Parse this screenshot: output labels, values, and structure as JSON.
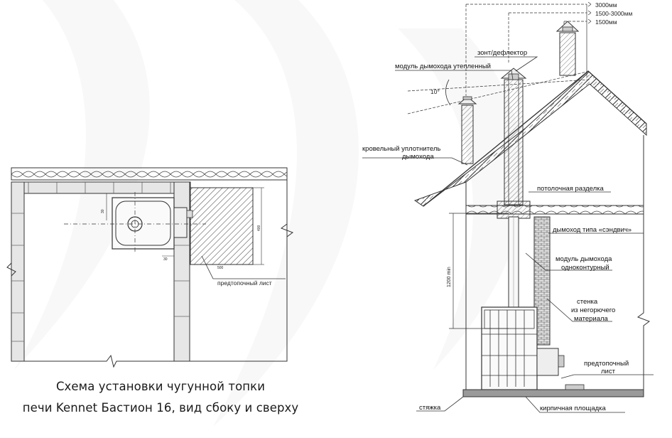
{
  "caption": {
    "line1": "Схема установки чугунной топки",
    "line2": "печи Kennet Бастион 16, вид сбоку и сверху"
  },
  "top_view": {
    "dim_left": "30",
    "dim_bottom": "30",
    "dim_bottom_right": "500",
    "dim_right": "400",
    "label_hearth_sheet": "предтопочный лист"
  },
  "side_view": {
    "heights": [
      "3000мм",
      "1500-3000мм",
      "1500мм"
    ],
    "label_cap": "зонт/дефлектор",
    "label_insulated_module": "модуль дымохода утепленный",
    "label_angle": "10°",
    "label_roof_seal_1": "кровельный уплотнитель",
    "label_roof_seal_2": "дымохода",
    "label_ceiling_cut": "потолочная разделка",
    "label_sandwich": "дымоход типа «сэндвич»",
    "label_single_1": "модуль дымохода",
    "label_single_2": "одноконтурный",
    "label_wall_1": "стенка",
    "label_wall_2": "из негорючего",
    "label_wall_3": "материала",
    "label_hearth_1": "предтопочный",
    "label_hearth_2": "лист",
    "label_screed": "стяжка",
    "label_brick_pad": "кирпичная площадка",
    "dim_vertical": "1200 min"
  }
}
